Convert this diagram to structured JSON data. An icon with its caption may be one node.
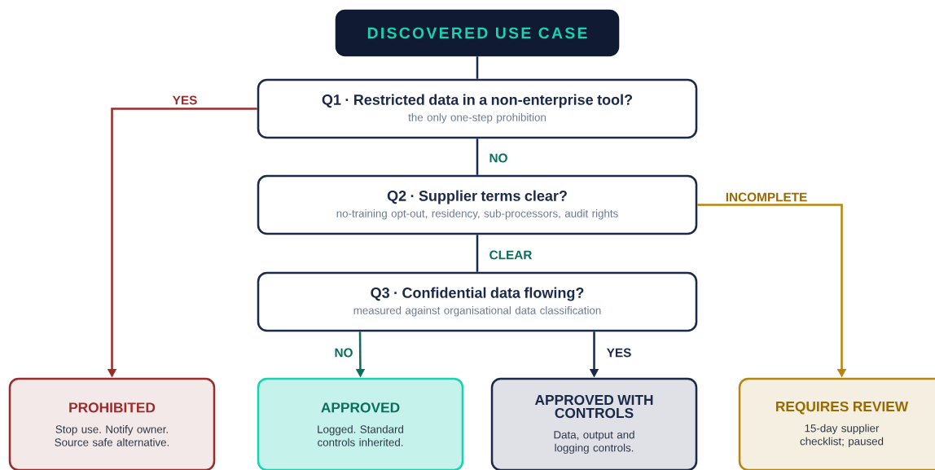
{
  "diagram": {
    "nodes": [
      {
        "text": [
          "DISCOVERED USE CASE"
        ]
      },
      {
        "text": [
          "Q1 · Restricted data in a non-enterprise tool?",
          "the only one-step prohibition"
        ]
      },
      {
        "text": [
          "Q2 · Supplier terms clear?",
          "no-training opt-out, residency, sub-processors, audit rights"
        ]
      },
      {
        "text": [
          "Q3 · Confidential data flowing?",
          "measured against organisational data classification"
        ]
      },
      {
        "text": [
          "PROHIBITED",
          "Stop use. Notify owner. Source safe alternative."
        ]
      },
      {
        "text": [
          "APPROVED",
          "Logged. Standard controls inherited."
        ]
      },
      {
        "text": [
          "APPROVED WITH CONTROLS",
          "Data, output and logging controls."
        ]
      },
      {
        "text": [
          "REQUIRES REVIEW",
          "15-day supplier checklist; paused"
        ]
      }
    ],
    "edges": [
      {
        "from": 0,
        "to": 1,
        "arrow": "none"
      },
      {
        "from": 1,
        "to": 4,
        "arrow": "to",
        "label": "YES",
        "color": "#9b2c2c"
      },
      {
        "from": 1,
        "to": 2,
        "arrow": "none",
        "label": "NO"
      },
      {
        "from": 2,
        "to": 7,
        "arrow": "to",
        "label": "INCOMPLETE",
        "color": "#b8860b"
      },
      {
        "from": 2,
        "to": 3,
        "arrow": "none",
        "label": "CLEAR"
      },
      {
        "from": 3,
        "to": 5,
        "arrow": "to",
        "label": "NO",
        "color": "#0b6e5a"
      },
      {
        "from": 3,
        "to": 6,
        "arrow": "to",
        "label": "YES"
      }
    ]
  }
}
